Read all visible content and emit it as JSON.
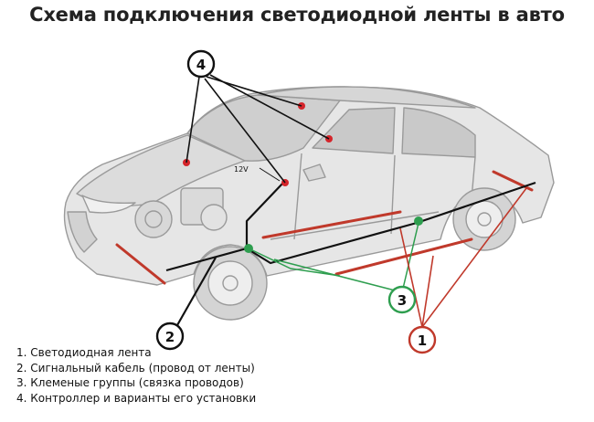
{
  "title": "Схема подключения светодиодной ленты в авто",
  "voltage_label": "12V",
  "callouts": {
    "c1": "1",
    "c2": "2",
    "c3": "3",
    "c4": "4"
  },
  "legend": [
    "1. Светодиодная лента",
    "2. Сигнальный кабель (провод от ленты)",
    "3. Клеменые группы (связка проводов)",
    "4. Контроллер и варианты его установки"
  ],
  "colors": {
    "led_strip": "#c0392b",
    "signal_cable": "#111111",
    "terminal_group": "#2e9e4f",
    "controller": "#d4242a",
    "car_outline": "#9a9a9a"
  }
}
